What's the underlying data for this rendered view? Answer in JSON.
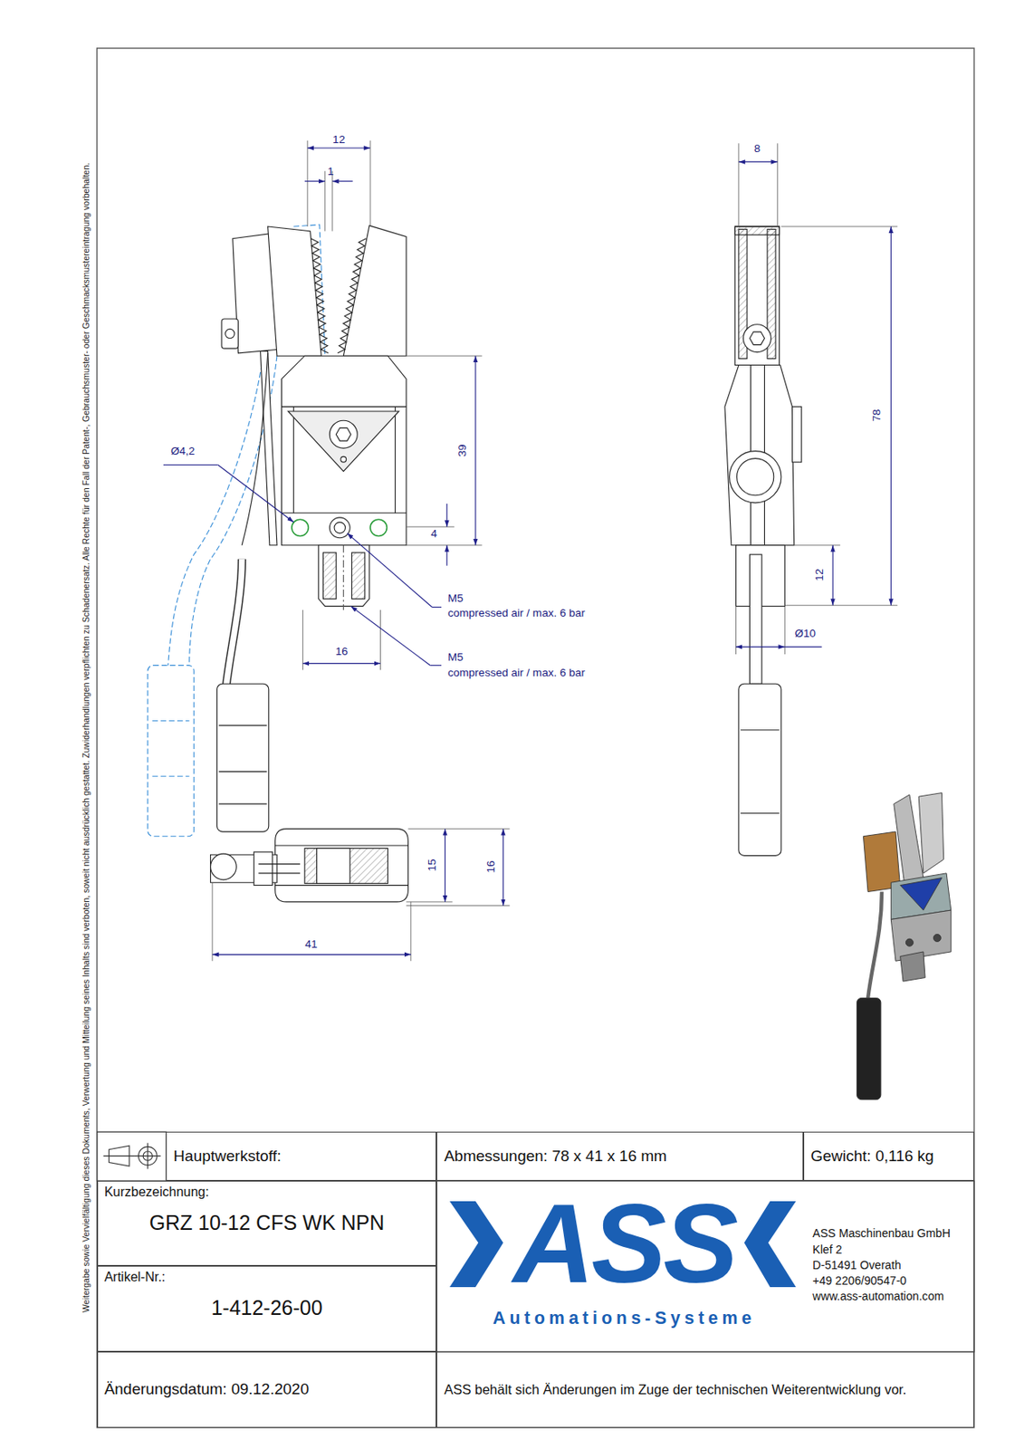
{
  "diagram": {
    "nodes": [
      {
        "text": [
          "Hauptwerkstoff:"
        ]
      },
      {
        "text": [
          "Abmessungen: 78 x 41 x 16 mm"
        ]
      },
      {
        "text": [
          "Gewicht: 0,116 kg"
        ]
      },
      {
        "text": [
          "Kurzbezeichnung:",
          "GRZ 10-12 CFS WK NPN"
        ]
      },
      {
        "text": [
          "Artikel-Nr.:",
          "1-412-26-00"
        ]
      },
      {
        "text": [
          "Änderungsdatum: 09.12.2020"
        ]
      },
      {
        "text": [
          "ASS behält sich Änderungen im Zuge der technischen Weiterentwicklung vor."
        ]
      }
    ],
    "labels": [
      "12",
      "1",
      "Ø4,2",
      "39",
      "4",
      "M5",
      "compressed air / max. 6 bar",
      "16",
      "M5",
      "compressed air / max. 6 bar",
      "15",
      "16",
      "41",
      "8",
      "78",
      "12",
      "Ø10",
      "Weitergabe sowie Vervielfältigung dieses Dokuments, Verwertung und Mitteilung seines Inhalts sind verboten, soweit nicht ausdrücklich gestattet. Zuwiderhandlungen verpflichten zu Schadenersatz. Alle Rechte für den Fall der Patent-, Gebrauchsmuster- oder Geschmacksmustereintragung vorbehalten.",
      "ASS",
      "Automations-Systeme",
      "ASS Maschinenbau GmbH",
      "Klef 2",
      "D-51491 Overath",
      "+49 2206/90547-0",
      "www.ass-automation.com"
    ]
  }
}
